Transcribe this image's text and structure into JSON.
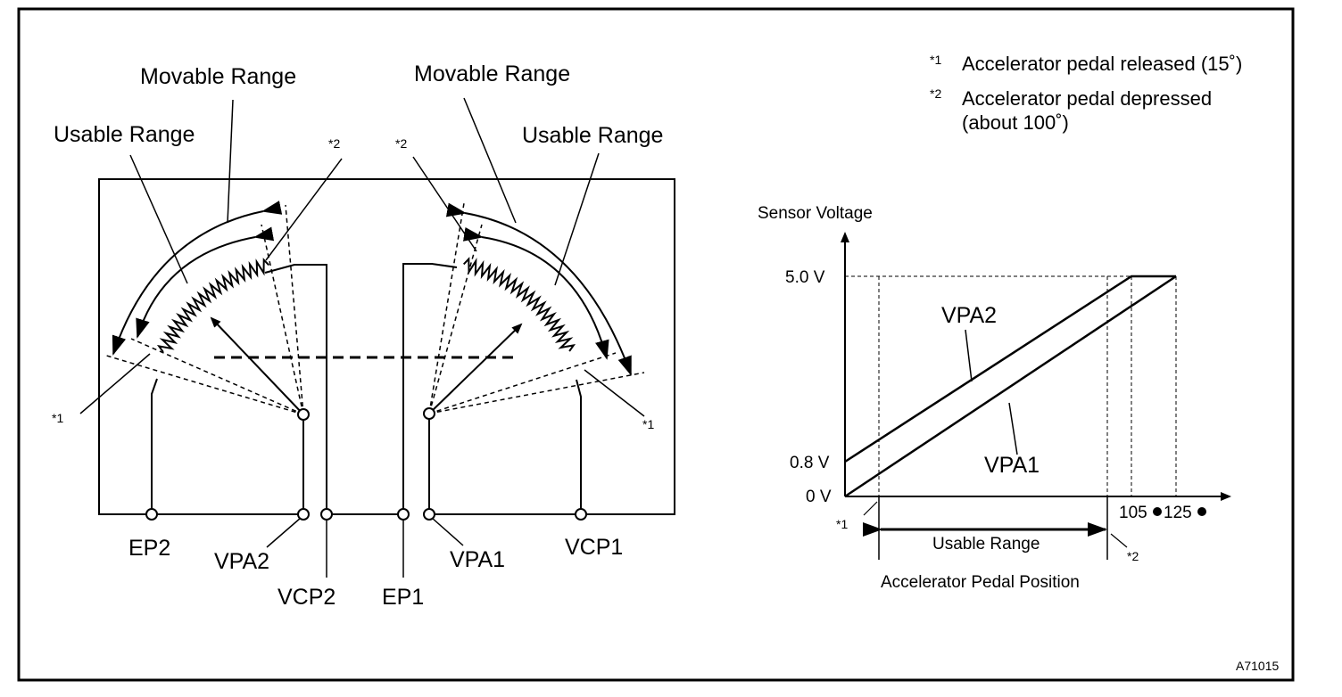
{
  "figure_id": "A71015",
  "notes": {
    "n1_marker": "*1",
    "n1_text": "Accelerator pedal released (15˚)",
    "n2_marker": "*2",
    "n2_text_line1": "Accelerator pedal depressed",
    "n2_text_line2": "(about 100˚)"
  },
  "sensor": {
    "left_movable_range": "Movable Range",
    "left_usable_range": "Usable Range",
    "right_movable_range": "Movable Range",
    "right_usable_range": "Usable Range",
    "left_star1": "*1",
    "left_star2": "*2",
    "right_star1": "*1",
    "right_star2": "*2",
    "terminals": [
      "EP2",
      "VPA2",
      "VCP2",
      "EP1",
      "VPA1",
      "VCP1"
    ]
  },
  "graph": {
    "y_label": "Sensor Voltage",
    "x_label": "Accelerator Pedal Position",
    "y_tick_high": "5.0 V",
    "y_tick_mid": "0.8 V",
    "y_tick_zero": "0 V",
    "x_tick_1": "105",
    "x_tick_2": "125",
    "series_vpa2": "VPA2",
    "series_vpa1": "VPA1",
    "usable_range": "Usable Range",
    "star1": "*1",
    "star2": "*2"
  }
}
